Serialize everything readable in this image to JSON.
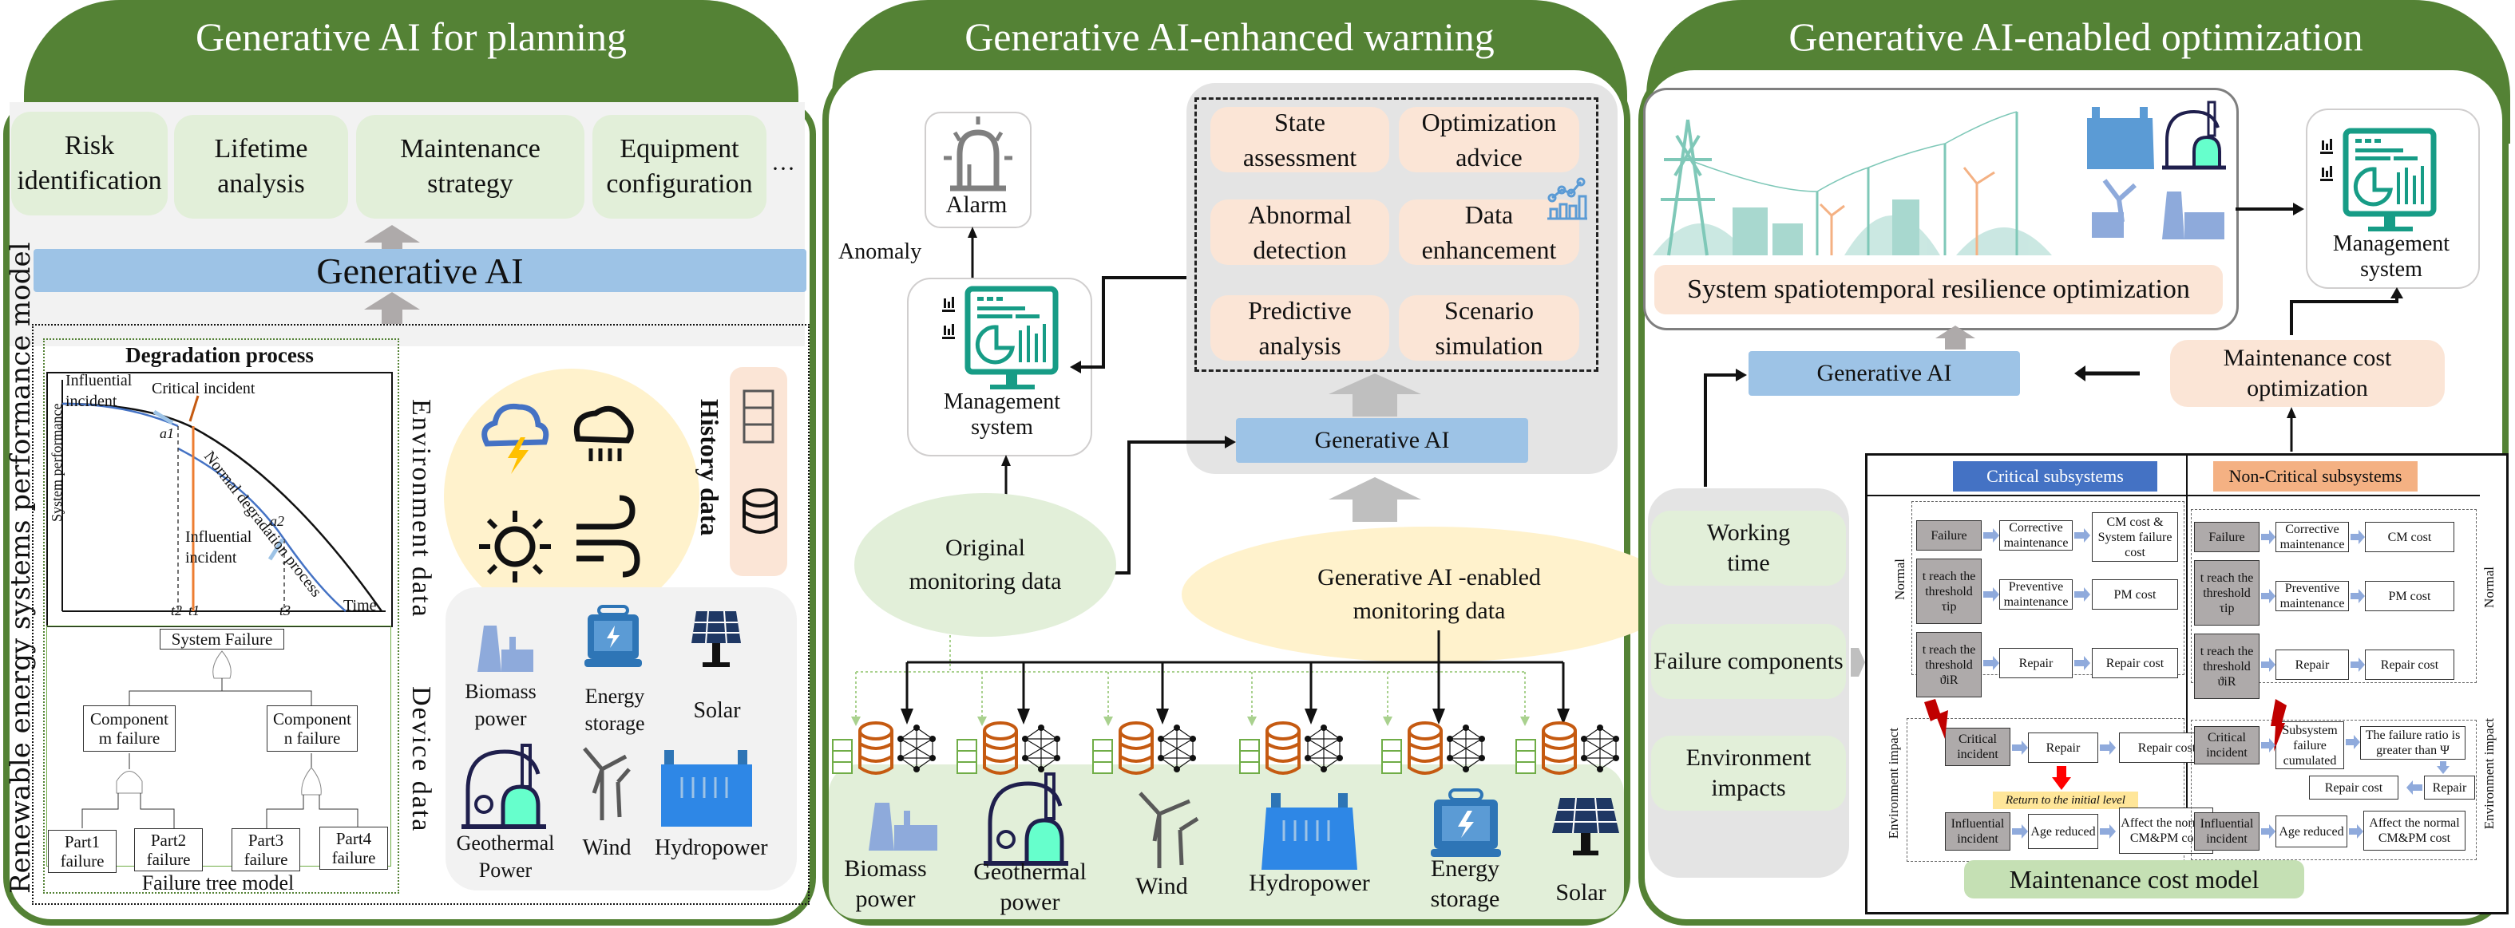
{
  "planning": {
    "title": "Generative AI for planning",
    "cards": [
      "Risk identification",
      "Lifetime analysis",
      "Maintenance strategy",
      "Equipment configuration"
    ],
    "more": "···",
    "gen_ai": "Generative AI",
    "side_label": "Renewable energy systems performance model",
    "degradation": {
      "title": "Degradation process",
      "ylabel": "System performance",
      "xlabel": "Time",
      "influential_1": "Influential incident",
      "critical": "Critical incident",
      "influential_2": "Influential incident",
      "normal_curve": "Normal degradation process",
      "a1": "a1",
      "a2": "a2",
      "t2": "t2",
      "t1": "t1",
      "t3": "t3"
    },
    "fault_tree": {
      "caption": "Failure tree model",
      "top": "System Failure",
      "mid": [
        "Component m failure",
        "Component n failure"
      ],
      "leaves": [
        "Part1 failure",
        "Part2 failure",
        "Part3 failure",
        "Part4 failure"
      ]
    },
    "environment_label": "Environment data",
    "history_label": "History data",
    "device_label": "Device data",
    "devices": [
      "Biomass power",
      "Energy storage",
      "Solar",
      "Geothermal Power",
      "Wind",
      "Hydropower"
    ]
  },
  "warning": {
    "title": "Generative AI-enhanced warning",
    "alarm": "Alarm",
    "anomaly": "Anomaly",
    "management": "Management system",
    "functions": [
      "State assessment",
      "Optimization advice",
      "Abnormal detection",
      "Data enhancement",
      "Predictive analysis",
      "Scenario simulation"
    ],
    "gen_ai": "Generative AI",
    "original_data": "Original monitoring data",
    "enabled_data": "Generative AI -enabled monitoring data",
    "devices": [
      "Biomass power",
      "Geothermal power",
      "Wind",
      "Hydropower",
      "Energy storage",
      "Solar"
    ]
  },
  "optimization": {
    "title": "Generative AI-enabled optimization",
    "resilience": "System spatiotemporal resilience optimization",
    "management": "Management system",
    "gen_ai": "Generative AI",
    "cost_opt": "Maintenance cost optimization",
    "inputs": [
      "Working time",
      "Failure components",
      "Environment impacts"
    ],
    "cost_model": {
      "caption": "Maintenance cost model",
      "critical_header": "Critical subsystems",
      "noncritical_header": "Non-Critical subsystems",
      "normal_label": "Normal",
      "env_label": "Environment impact",
      "critical": {
        "normal_rows": [
          [
            "Failure",
            "Corrective maintenance",
            "CM cost & System failure cost"
          ],
          [
            "t reach the threshold τip",
            "Preventive maintenance",
            "PM cost"
          ],
          [
            "t reach the threshold ϑiR",
            "Repair",
            "Repair cost"
          ]
        ],
        "env_rows": [
          [
            "Critical incident",
            "Repair",
            "Repair cost"
          ],
          [
            "Influential incident",
            "Age reduced",
            "Affect the normal CM&PM cost"
          ]
        ],
        "return_note": "Return to the initial level"
      },
      "noncritical": {
        "normal_rows": [
          [
            "Failure",
            "Corrective maintenance",
            "CM cost"
          ],
          [
            "t reach the threshold τip",
            "Preventive maintenance",
            "PM cost"
          ],
          [
            "t reach the threshold ϑiR",
            "Repair",
            "Repair cost"
          ]
        ],
        "env_critical": [
          "Critical incident",
          "Subsystem failure cumulated",
          "The failure ratio is greater than Ψ",
          "Repair",
          "Repair cost"
        ],
        "env_influential": [
          "Influential incident",
          "Age reduced",
          "Affect the normal CM&PM cost"
        ]
      }
    }
  }
}
